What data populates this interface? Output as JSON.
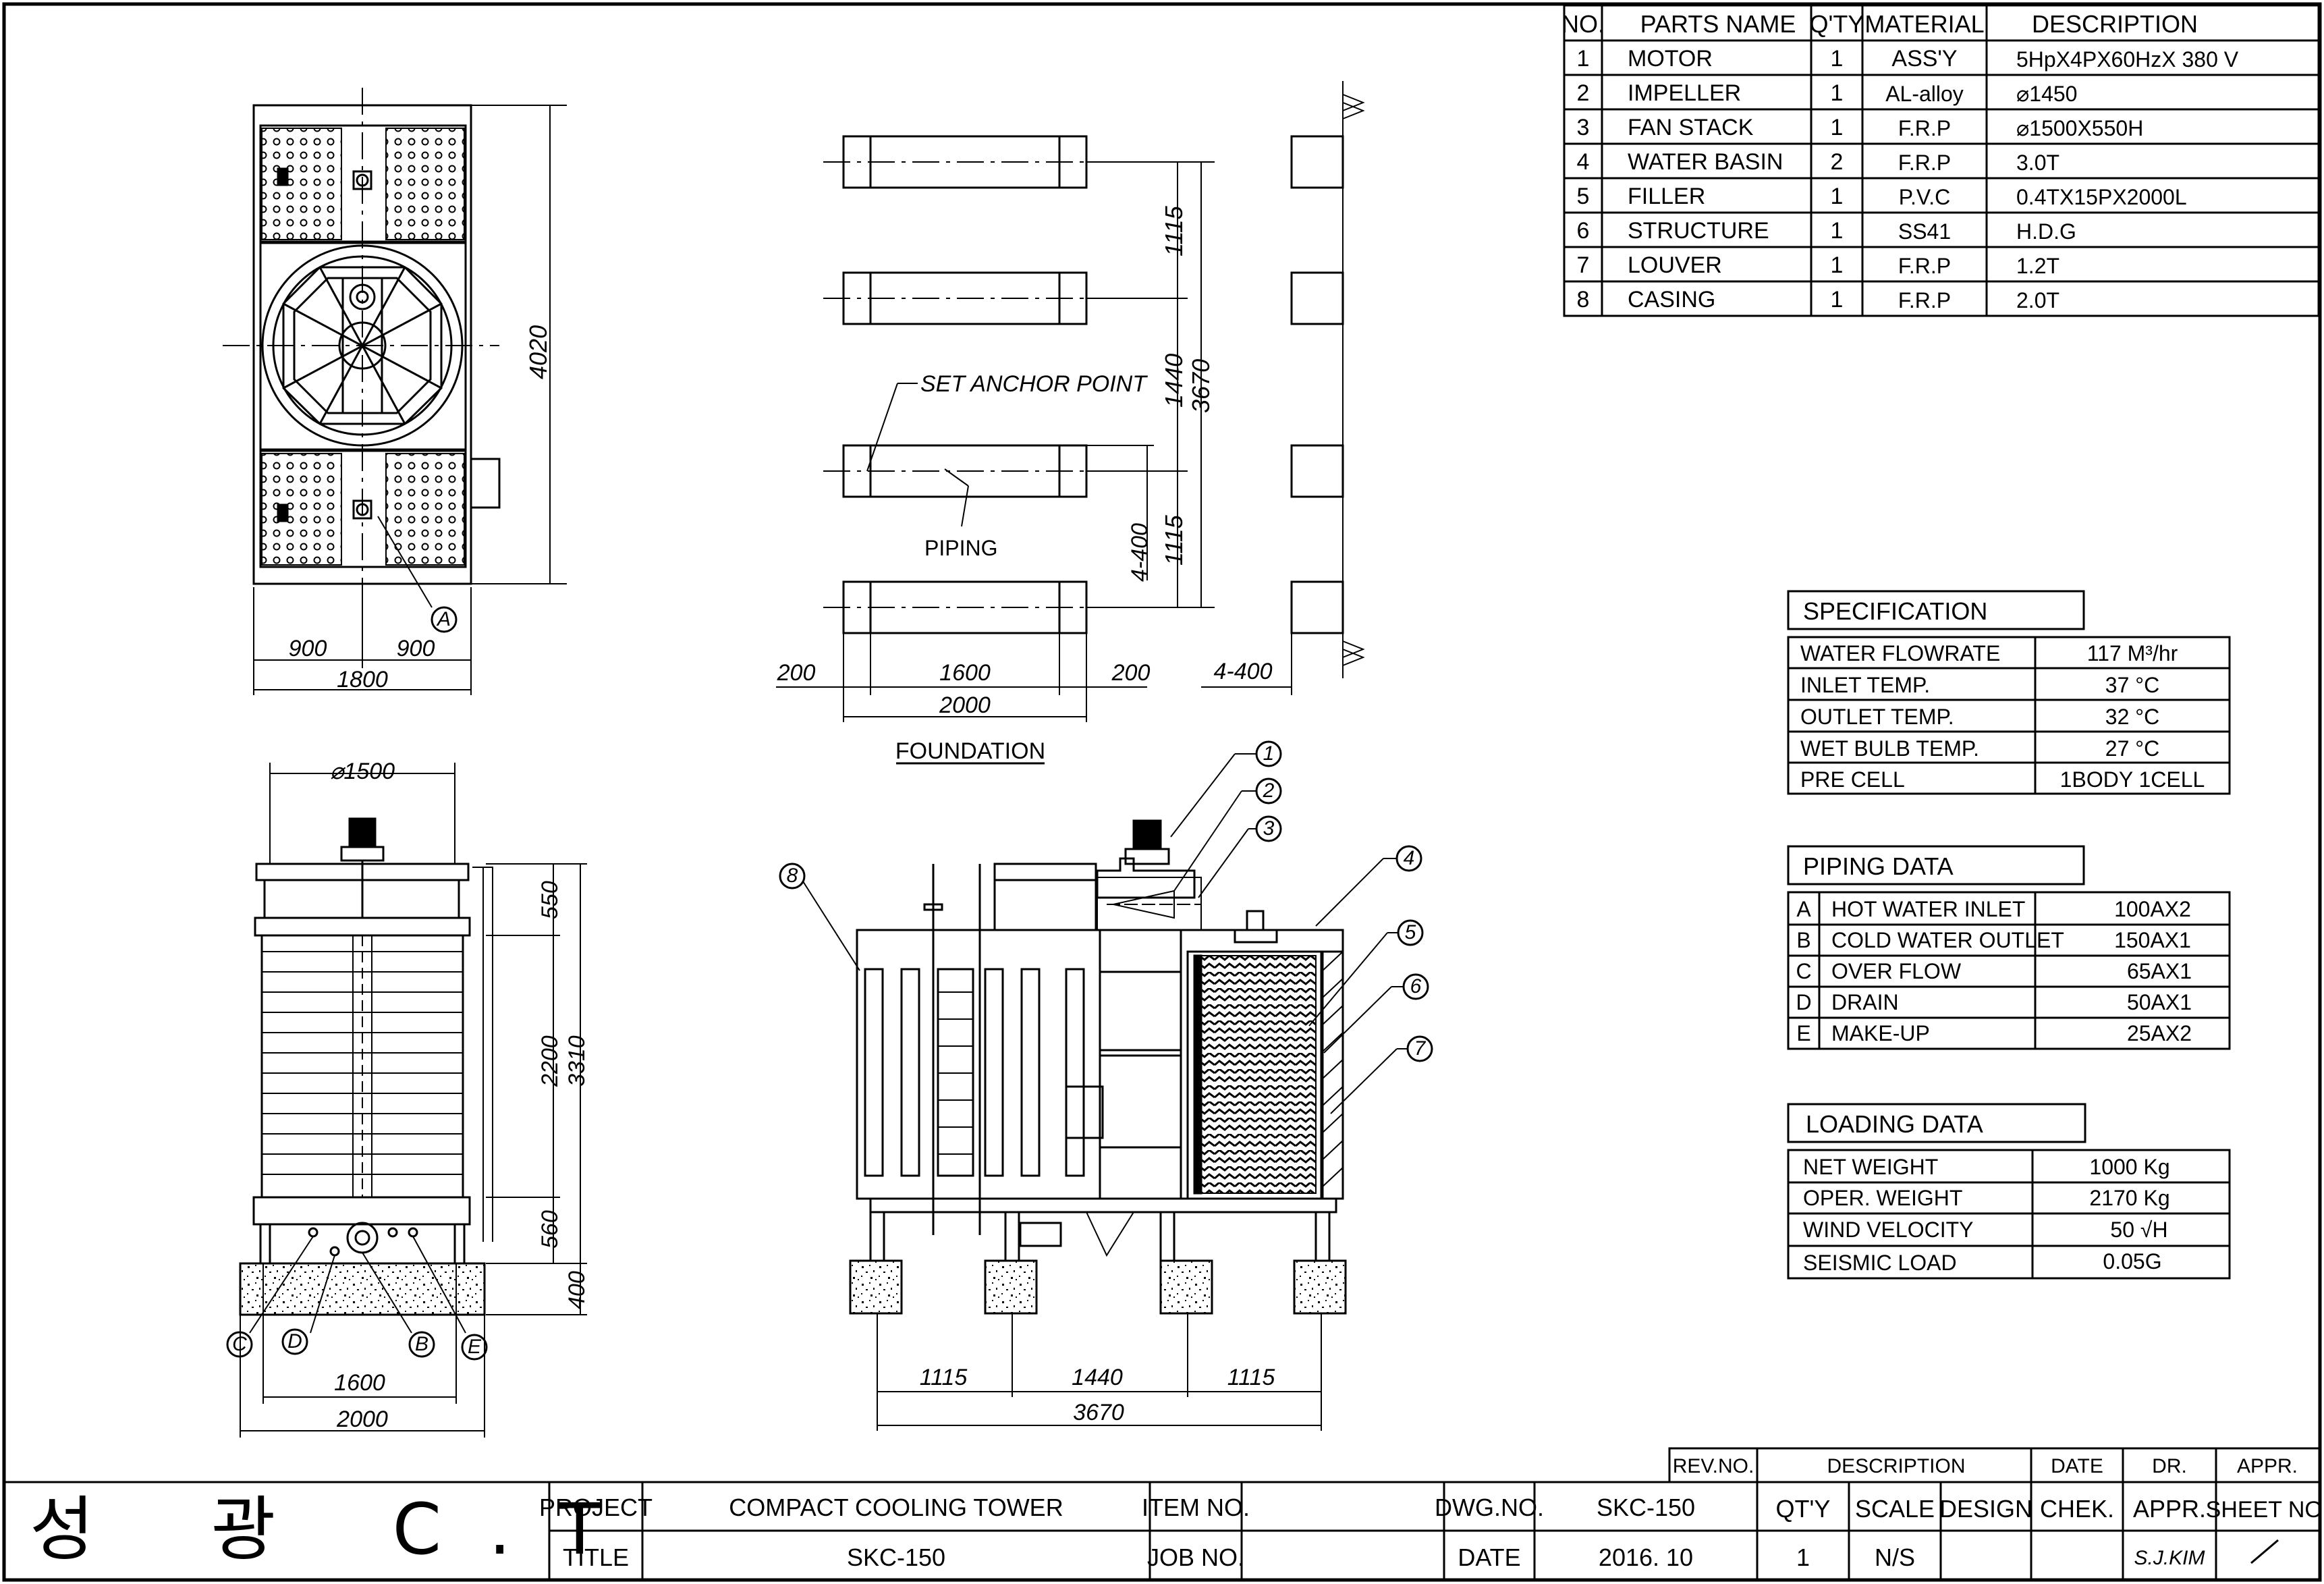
{
  "parts_table": {
    "headers": {
      "no": "NO.",
      "name": "PARTS NAME",
      "qty": "Q'TY",
      "material": "MATERIAL",
      "description": "DESCRIPTION"
    },
    "rows": [
      {
        "no": "1",
        "name": "MOTOR",
        "qty": "1",
        "material": "ASS'Y",
        "description": "5HpX4PX60HzX 380 V"
      },
      {
        "no": "2",
        "name": "IMPELLER",
        "qty": "1",
        "material": "AL-alloy",
        "description": "⌀1450"
      },
      {
        "no": "3",
        "name": "FAN STACK",
        "qty": "1",
        "material": "F.R.P",
        "description": "⌀1500X550H"
      },
      {
        "no": "4",
        "name": "WATER BASIN",
        "qty": "2",
        "material": "F.R.P",
        "description": "3.0T"
      },
      {
        "no": "5",
        "name": "FILLER",
        "qty": "1",
        "material": "P.V.C",
        "description": "0.4TX15PX2000L"
      },
      {
        "no": "6",
        "name": "STRUCTURE",
        "qty": "1",
        "material": "SS41",
        "description": "H.D.G"
      },
      {
        "no": "7",
        "name": "LOUVER",
        "qty": "1",
        "material": "F.R.P",
        "description": "1.2T"
      },
      {
        "no": "8",
        "name": "CASING",
        "qty": "1",
        "material": "F.R.P",
        "description": "2.0T"
      }
    ]
  },
  "specification": {
    "title": "SPECIFICATION",
    "rows": [
      {
        "label": "WATER FLOWRATE",
        "value": "117   M³/hr"
      },
      {
        "label": "INLET TEMP.",
        "value": "37  °C"
      },
      {
        "label": "OUTLET TEMP.",
        "value": "32  °C"
      },
      {
        "label": "WET BULB TEMP.",
        "value": "27  °C"
      },
      {
        "label": "PRE CELL",
        "value": "1BODY 1CELL"
      }
    ]
  },
  "piping_data": {
    "title": "PIPING DATA",
    "rows": [
      {
        "key": "A",
        "label": "HOT WATER INLET",
        "value": "100AX2"
      },
      {
        "key": "B",
        "label": "COLD WATER OUTLET",
        "value": "150AX1"
      },
      {
        "key": "C",
        "label": "OVER FLOW",
        "value": "65AX1"
      },
      {
        "key": "D",
        "label": "DRAIN",
        "value": "50AX1"
      },
      {
        "key": "E",
        "label": "MAKE-UP",
        "value": "25AX2"
      }
    ]
  },
  "loading_data": {
    "title": "LOADING DATA",
    "rows": [
      {
        "label": "NET WEIGHT",
        "value": "1000  Kg"
      },
      {
        "label": "OPER. WEIGHT",
        "value": "2170  Kg"
      },
      {
        "label": "WIND VELOCITY",
        "value": "50 √H"
      },
      {
        "label": "SEISMIC LOAD",
        "value": "0.05G"
      }
    ]
  },
  "plan_view": {
    "dims": {
      "height": "4020",
      "half_left": "900",
      "half_right": "900",
      "width": "1800"
    },
    "callouts": [
      "A"
    ]
  },
  "foundation": {
    "title": "FOUNDATION",
    "anchor_label": "SET ANCHOR POINT",
    "piping_label": "PIPING",
    "dims": {
      "v1": "1115",
      "v2": "1440",
      "v3": "1115",
      "total": "3670",
      "bolt_v": "4-400",
      "bolt_h": "4-400",
      "left": "200",
      "middle": "1600",
      "right": "200",
      "width": "2000"
    }
  },
  "front_elevation": {
    "dims": {
      "fan_dia": "⌀1500",
      "fan_h": "550",
      "body_h": "2200",
      "total_h": "3310",
      "leg_h": "560",
      "base_h": "400",
      "inner_w": "1600",
      "outer_w": "2000"
    },
    "callouts": [
      "C",
      "D",
      "B",
      "E"
    ]
  },
  "side_elevation": {
    "dims": {
      "d1": "1115",
      "d2": "1440",
      "d3": "1115",
      "total": "3670"
    },
    "callouts": [
      "1",
      "2",
      "3",
      "4",
      "5",
      "6",
      "7",
      "8"
    ]
  },
  "title_block": {
    "logo": "성  광  C.T",
    "rev_no_label": "REV.NO.",
    "description_label": "DESCRIPTION",
    "date_label": "DATE",
    "dr_label": "DR.",
    "appr_label": "APPR.",
    "project_label": "PROJECT",
    "project_value": "COMPACT COOLING TOWER",
    "title_label": "TITLE",
    "title_value": "SKC-150",
    "item_no_label": "ITEM NO.",
    "job_no_label": "JOB NO.",
    "dwg_no_label": "DWG.NO.",
    "dwg_no_value": "SKC-150",
    "date_field_label": "DATE",
    "date_value": "2016. 10",
    "qty_label": "QT'Y",
    "qty_value": "1",
    "scale_label": "SCALE",
    "scale_value": "N/S",
    "design_label": "DESIGN",
    "chek_label": "CHEK.",
    "appr2_label": "APPR.",
    "sheet_label": "SHEET NO.",
    "appr_value": "S.J.KIM",
    "sheet_value": "/"
  }
}
